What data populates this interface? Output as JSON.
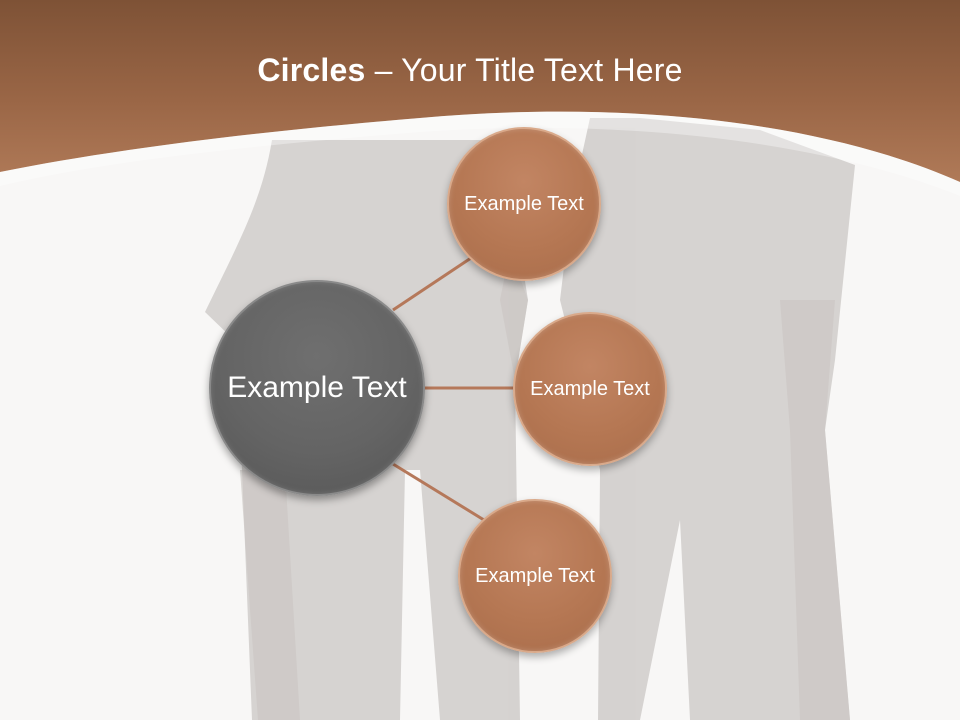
{
  "title": {
    "bold": "Circles",
    "rest": " – Your Title Text Here"
  },
  "colors": {
    "header_brown": "#a8714f",
    "circle_brown": "#b57753",
    "connector": "#b5785a",
    "center_gray": "#646464",
    "background": "#f8f7f6"
  },
  "diagram": {
    "center": {
      "text": "Example Text"
    },
    "nodes": [
      {
        "text": "Example Text"
      },
      {
        "text": "Example Text"
      },
      {
        "text": "Example Text"
      }
    ]
  }
}
